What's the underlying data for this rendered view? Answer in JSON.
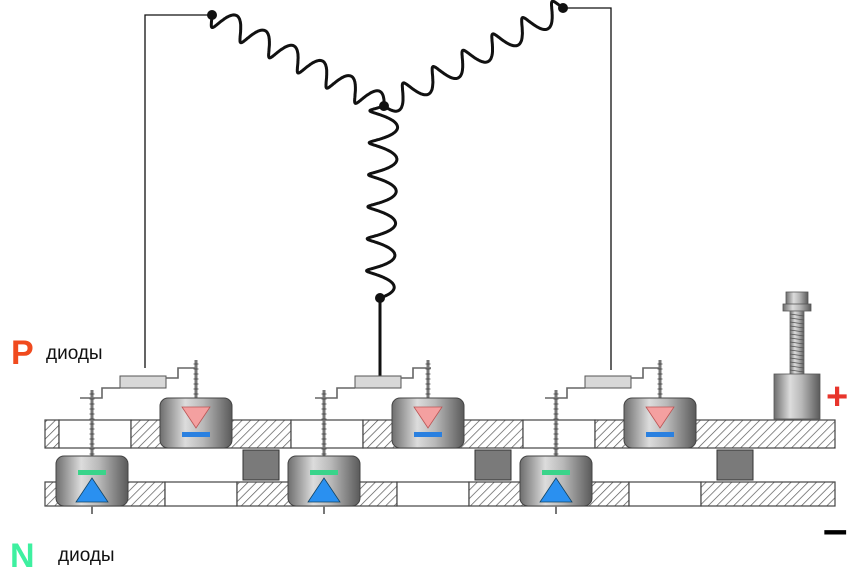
{
  "labels": {
    "p_letter": "P",
    "p_text": "диоды",
    "n_letter": "N",
    "n_text": "диоды",
    "plus": "+",
    "minus": "–"
  },
  "colors": {
    "p_letter": "#f04a1e",
    "n_letter": "#3ef0a0",
    "plus": "#e8352c",
    "wire": "#111111",
    "p_diode_marker": "#f4a0a0",
    "n_diode_marker": "#2a90f0",
    "p_diode_bar": "#2a80e0",
    "n_diode_bar": "#3ad48a",
    "spacer": "#7a7a7a"
  },
  "icons": {
    "winding": "coil-inductor-icon",
    "p_diode": "press-fit-diode-down-triangle-icon",
    "n_diode": "press-fit-diode-up-triangle-icon",
    "terminal": "bolt-terminal-icon"
  }
}
